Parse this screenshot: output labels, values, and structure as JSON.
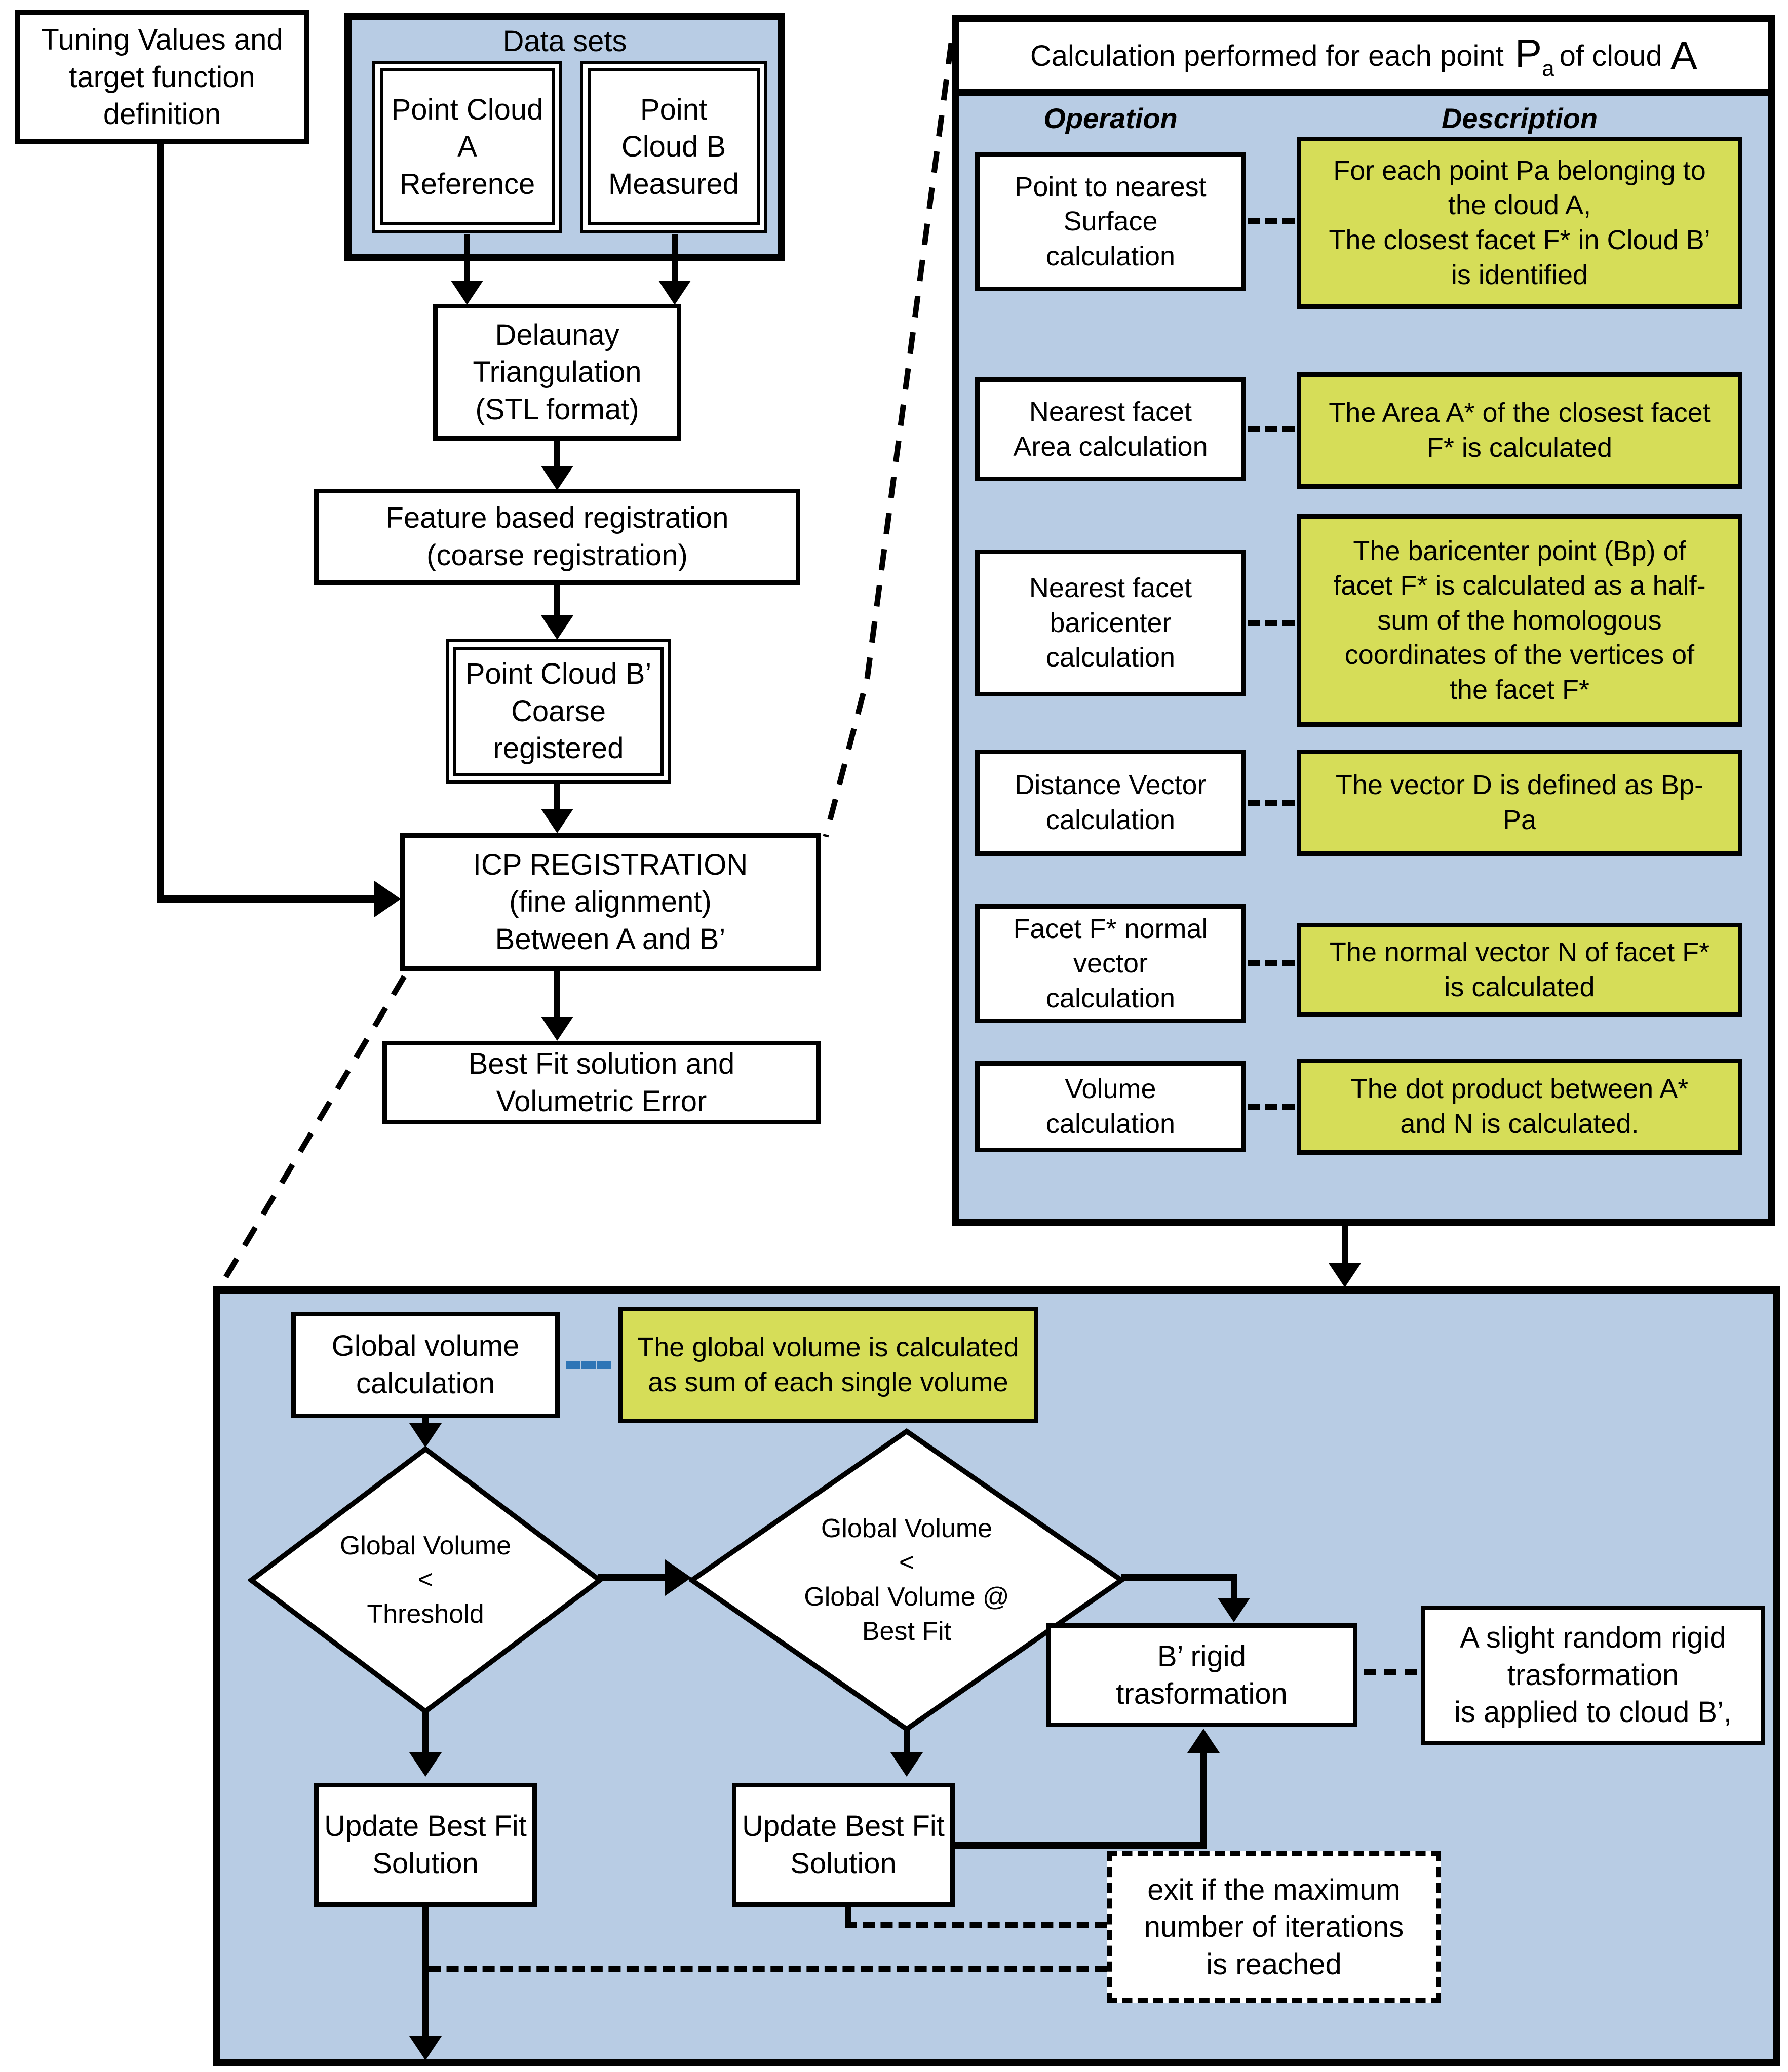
{
  "colors": {
    "panel_blue": "#b8cce4",
    "note_green": "#d6dd58",
    "dash_blue": "#2e75b6",
    "line_black": "#000000"
  },
  "left_flow": {
    "tuning_box": "Tuning Values  and\ntarget function\ndefinition",
    "datasets_title": "Data sets",
    "cloud_a": "Point Cloud\nA\nReference",
    "cloud_b": "Point\nCloud B\nMeasured",
    "delaunay": "Delaunay\nTriangulation\n(STL format)",
    "feature_registration": "Feature based registration\n(coarse registration)",
    "cloud_b_coarse": "Point Cloud B’\nCoarse\nregistered",
    "icp": "ICP REGISTRATION\n(fine alignment)\nBetween A and B’",
    "best_fit": "Best Fit solution and\nVolumetric Error"
  },
  "right_panel": {
    "title_prefix": "Calculation  performed for each point",
    "title_p": "P",
    "title_p_sub": "a",
    "title_mid": "of cloud",
    "title_a": "A",
    "col_operation": "Operation",
    "col_description": "Description",
    "rows": [
      {
        "op": "Point to nearest\nSurface\ncalculation",
        "desc": "For each point Pa belonging to\nthe cloud A,\nThe closest facet F* in Cloud B’\nis identified"
      },
      {
        "op": "Nearest facet\nArea calculation",
        "desc": "The Area A* of the closest facet\nF* is calculated"
      },
      {
        "op": "Nearest facet\nbaricenter\ncalculation",
        "desc": "The baricenter  point (Bp) of\nfacet F* is calculated as a half-\nsum of the homologous\ncoordinates of the vertices of\nthe facet F*"
      },
      {
        "op": "Distance Vector\ncalculation",
        "desc": "The vector D is defined as  Bp-\nPa"
      },
      {
        "op": "Facet F* normal\nvector\ncalculation",
        "desc": "The normal vector N of facet F*\nis calculated"
      },
      {
        "op": "Volume\ncalculation",
        "desc": "The dot product between A*\nand N is calculated."
      }
    ]
  },
  "bottom_panel": {
    "global_volume": "Global volume\ncalculation",
    "global_volume_note": "The global volume is calculated\nas sum of each single volume",
    "threshold_decision": "Global Volume\n<\nThreshold",
    "best_fit_decision": "Global Volume\n<\nGlobal Volume @\nBest Fit",
    "update_left": "Update Best Fit\nSolution",
    "update_right": "Update Best Fit\nSolution",
    "rigid_transform": "B’ rigid\ntrasformation",
    "rigid_transform_note": "A slight random rigid\ntrasformation\nis applied to cloud B’,",
    "exit_note": "exit if the maximum\nnumber of iterations\nis reached"
  }
}
